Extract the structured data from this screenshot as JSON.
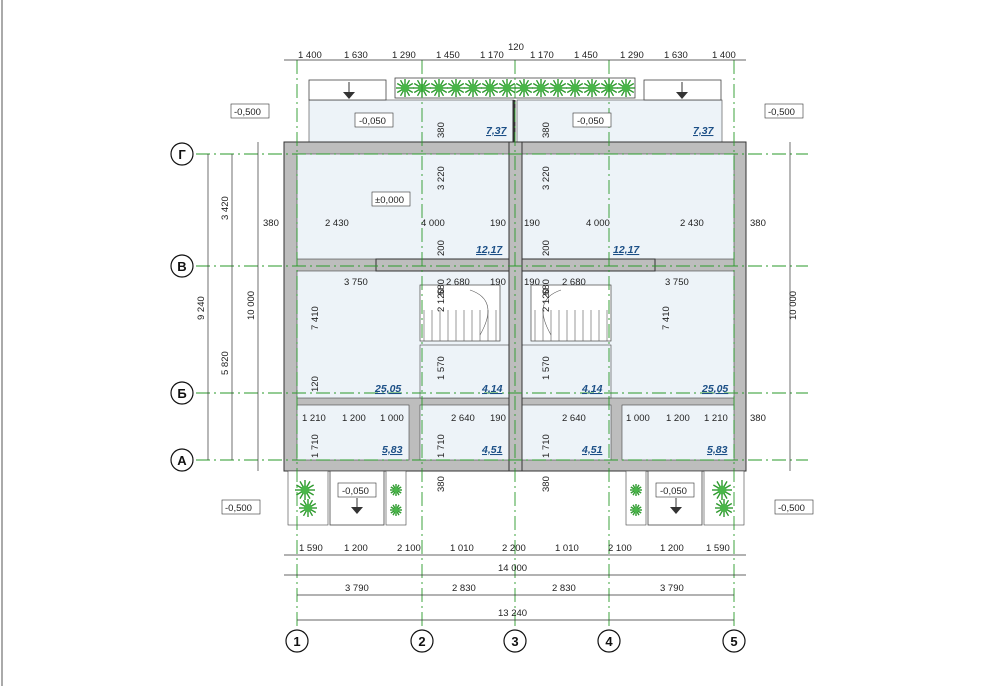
{
  "drawing": {
    "top_dims": [
      "1 400",
      "1 630",
      "1 290",
      "1 450",
      "1 170",
      "1 170",
      "1 450",
      "1 290",
      "1 630",
      "1 400"
    ],
    "top_center_dim": "120",
    "level_outside": "-0,500",
    "level_porch": "-0,050",
    "level_zero": "±0,000",
    "axes_rows": [
      "Г",
      "В",
      "Б",
      "А"
    ],
    "axes_cols": [
      "1",
      "2",
      "3",
      "4",
      "5"
    ],
    "left_dims": {
      "upper": "3 420",
      "lower": "5 820",
      "total": "9 240",
      "overall": "10 000"
    },
    "right_dims": {
      "overall": "10 000"
    },
    "areas": {
      "terrace": "7,37",
      "living": "12,17",
      "hall": "25,05",
      "bath": "4,14",
      "entry": "5,83",
      "closet": "4,51"
    },
    "inner": {
      "d380": "380",
      "d3220": "3 220",
      "d2430": "2 430",
      "d4000": "4 000",
      "d190": "190",
      "d200": "200",
      "d3750": "3 750",
      "d2680": "2 680",
      "d7410": "7 410",
      "d120": "120",
      "d2120": "2 120",
      "d1570": "1 570",
      "d1210": "1 210",
      "d1200": "1 200",
      "d1000": "1 000",
      "d2640": "2 640",
      "d1710": "1 710",
      "d680": "680"
    },
    "bottom_row1": [
      "1 590",
      "1 200",
      "2 100",
      "1 010",
      "2 200",
      "1 010",
      "2 100",
      "1 200",
      "1 590"
    ],
    "bottom_total": "14 000",
    "bottom_row2": [
      "3 790",
      "2 830",
      "2 830",
      "3 790"
    ],
    "bottom_total2": "13 240"
  }
}
